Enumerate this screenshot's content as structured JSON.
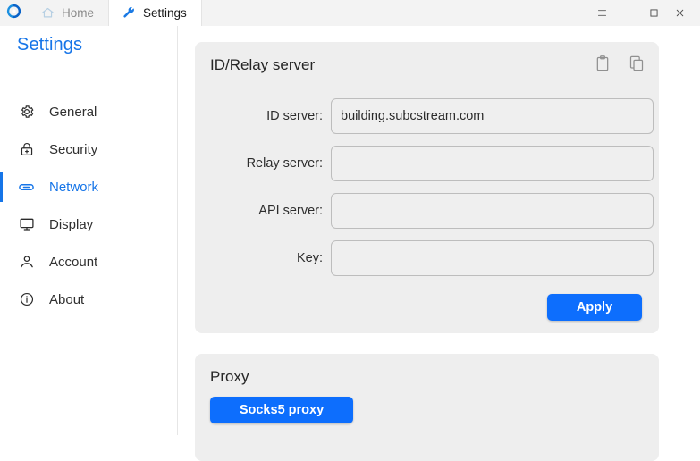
{
  "window": {
    "logo_icon": "refresh-circle-logo",
    "tabs": [
      {
        "label": "Home",
        "icon": "home-icon",
        "active": false
      },
      {
        "label": "Settings",
        "icon": "wrench-icon",
        "active": true
      }
    ],
    "controls": [
      {
        "name": "menu-button",
        "icon": "hamburger-icon"
      },
      {
        "name": "minimize-button",
        "icon": "minimize-icon"
      },
      {
        "name": "maximize-button",
        "icon": "maximize-icon"
      },
      {
        "name": "close-button",
        "icon": "close-icon"
      }
    ]
  },
  "sidebar": {
    "title": "Settings",
    "items": [
      {
        "label": "General",
        "icon": "gear-icon",
        "active": false
      },
      {
        "label": "Security",
        "icon": "lock-icon",
        "active": false
      },
      {
        "label": "Network",
        "icon": "link-icon",
        "active": true
      },
      {
        "label": "Display",
        "icon": "monitor-icon",
        "active": false
      },
      {
        "label": "Account",
        "icon": "person-icon",
        "active": false
      },
      {
        "label": "About",
        "icon": "info-icon",
        "active": false
      }
    ]
  },
  "id_relay_card": {
    "title": "ID/Relay server",
    "paste_icon": "clipboard-icon",
    "copy_icon": "copy-icon",
    "fields": [
      {
        "label": "ID server:",
        "value": "building.subcstream.com",
        "placeholder": ""
      },
      {
        "label": "Relay server:",
        "value": "",
        "placeholder": ""
      },
      {
        "label": "API server:",
        "value": "",
        "placeholder": ""
      },
      {
        "label": "Key:",
        "value": "",
        "placeholder": ""
      }
    ],
    "apply_label": "Apply"
  },
  "proxy_card": {
    "title": "Proxy",
    "socks5_label": "Socks5 proxy"
  },
  "colors": {
    "accent": "#1675e8",
    "button": "#0d6efd",
    "card_bg": "#eeeeee",
    "page_bg": "#ffffff"
  }
}
